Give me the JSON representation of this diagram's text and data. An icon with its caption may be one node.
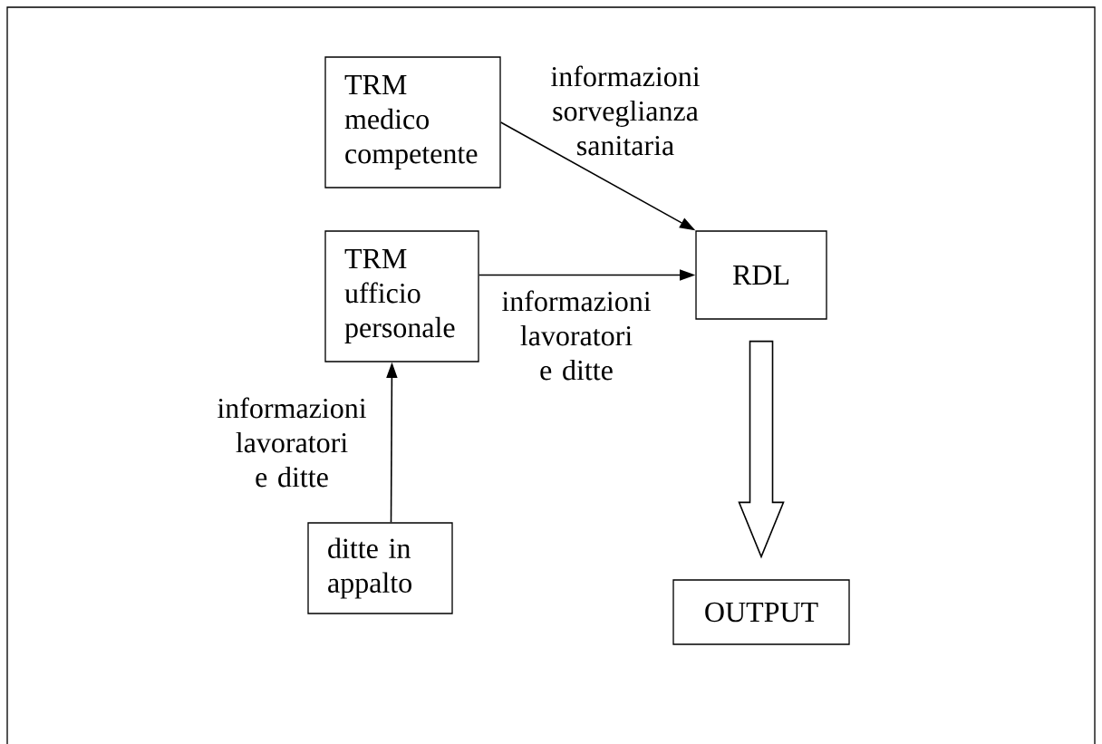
{
  "diagram": {
    "nodes": [
      {
        "text": [
          "TRM medico competente"
        ]
      },
      {
        "text": [
          "TRM ufficio personale"
        ]
      },
      {
        "text": [
          "RDL"
        ]
      },
      {
        "text": [
          "ditte in appalto"
        ]
      },
      {
        "text": [
          "OUTPUT"
        ]
      }
    ],
    "edges": [
      {
        "from": 0,
        "to": 2,
        "arrow": "to",
        "label": "informazioni sorveglianza sanitaria"
      },
      {
        "from": 1,
        "to": 2,
        "arrow": "to",
        "label": "informazioni lavoratori e ditte"
      },
      {
        "from": 3,
        "to": 1,
        "arrow": "to",
        "label": "informazioni lavoratori e ditte"
      },
      {
        "from": 2,
        "to": 4,
        "arrow": "to"
      }
    ]
  }
}
